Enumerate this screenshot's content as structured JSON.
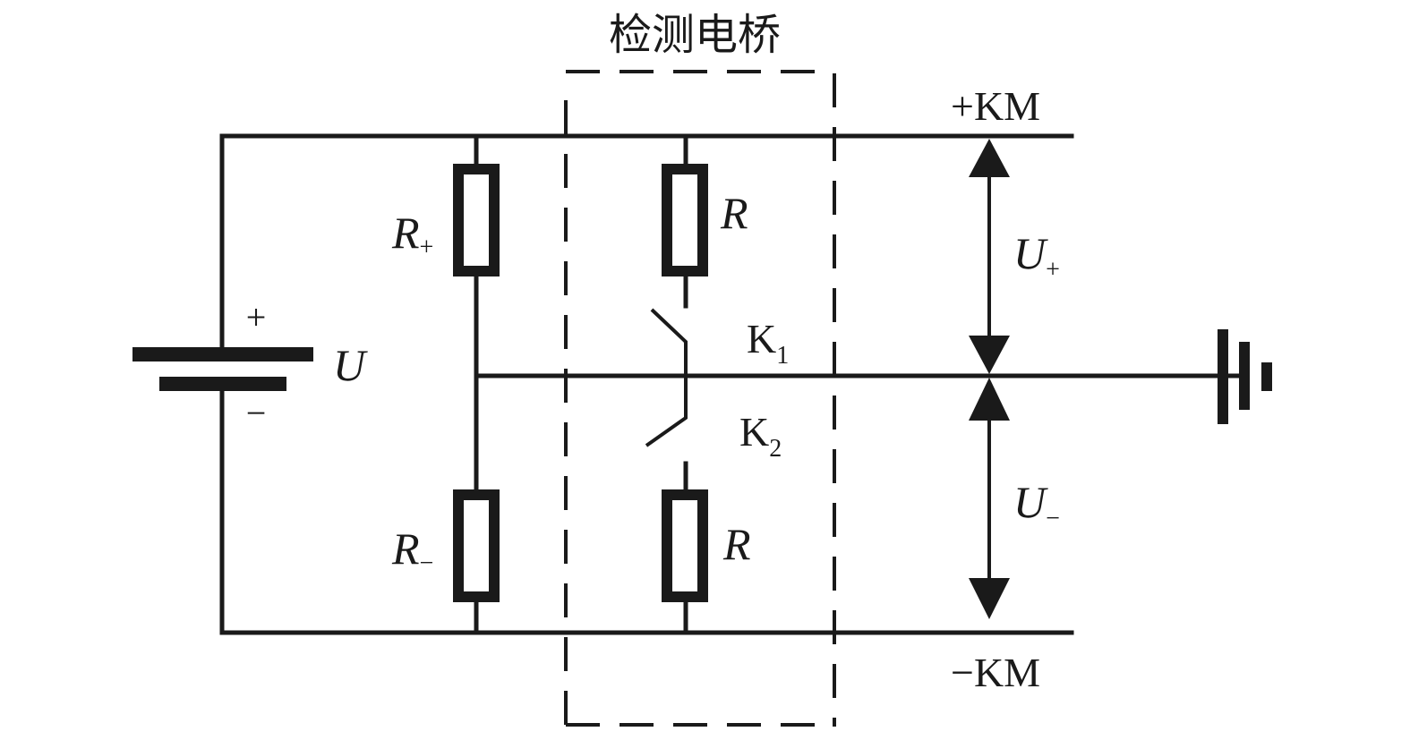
{
  "title": "检测电桥",
  "labels": {
    "battery": "U",
    "battery_plus": "+",
    "battery_minus": "−",
    "r_plus": "R",
    "r_plus_sub": "+",
    "r_minus": "R",
    "r_minus_sub": "−",
    "r_top": "R",
    "r_bottom": "R",
    "k1": "K",
    "k1_sub": "1",
    "k2": "K",
    "k2_sub": "2",
    "bus_plus": "+KM",
    "bus_minus": "−KM",
    "u_plus": "U",
    "u_plus_sub": "+",
    "u_minus": "U",
    "u_minus_sub": "−"
  },
  "colors": {
    "line": "#1a1a1a",
    "background": "#ffffff"
  }
}
